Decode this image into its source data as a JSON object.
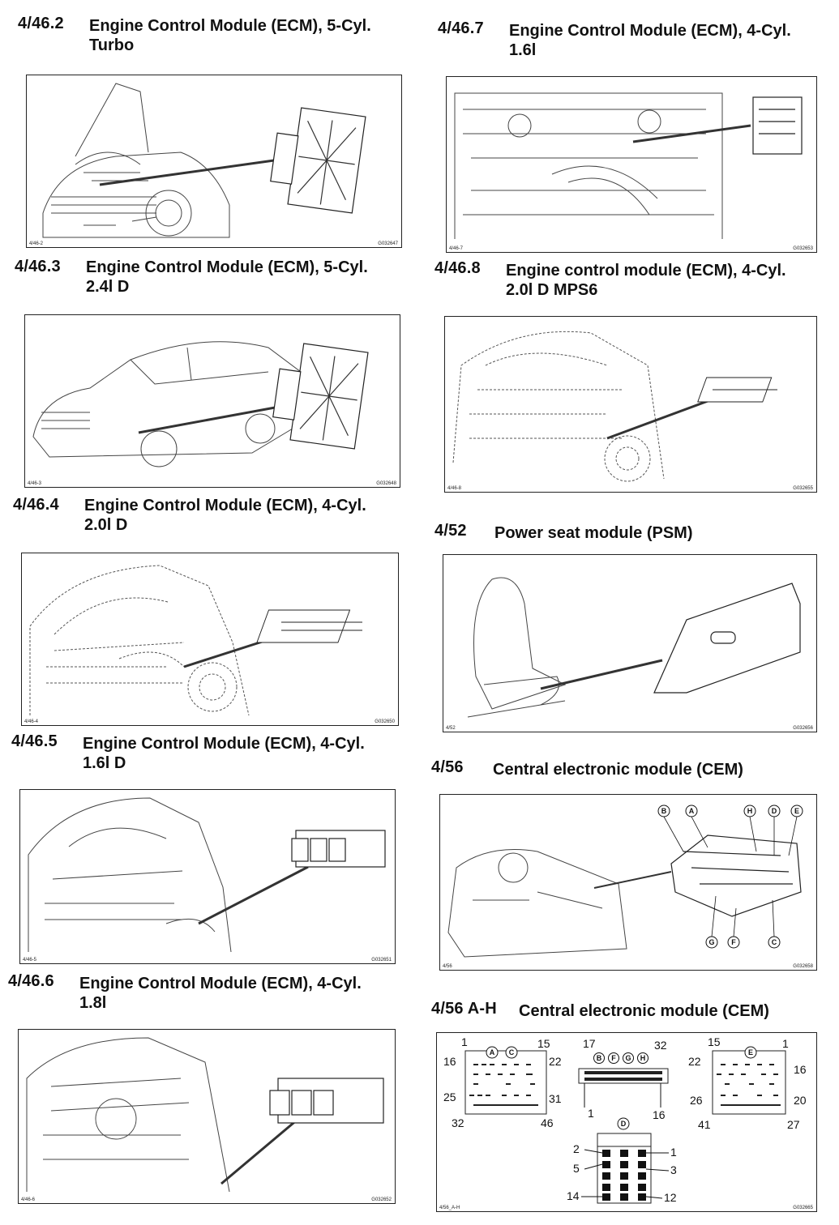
{
  "sections": [
    {
      "code": "4/46.2",
      "title_l1": "Engine Control Module (ECM), 5-Cyl.",
      "title_l2": "Turbo",
      "fig_left": "4/46-2",
      "fig_right": "G032647"
    },
    {
      "code": "4/46.3",
      "title_l1": "Engine Control Module (ECM), 5-Cyl.",
      "title_l2": "2.4l D",
      "fig_left": "4/46-3",
      "fig_right": "G032648"
    },
    {
      "code": "4/46.4",
      "title_l1": "Engine Control Module (ECM), 4-Cyl.",
      "title_l2": "2.0l D",
      "fig_left": "4/46-4",
      "fig_right": "G032650"
    },
    {
      "code": "4/46.5",
      "title_l1": "Engine Control Module (ECM), 4-Cyl.",
      "title_l2": "1.6l D",
      "fig_left": "4/46-5",
      "fig_right": "G032651"
    },
    {
      "code": "4/46.6",
      "title_l1": "Engine Control Module (ECM), 4-Cyl.",
      "title_l2": "1.8l",
      "fig_left": "4/46-6",
      "fig_right": "G032652"
    },
    {
      "code": "4/46.7",
      "title_l1": "Engine Control Module (ECM), 4-Cyl.",
      "title_l2": "1.6l",
      "fig_left": "4/46-7",
      "fig_right": "G032653"
    },
    {
      "code": "4/46.8",
      "title_l1": "Engine control module (ECM), 4-Cyl.",
      "title_l2": "2.0l D MPS6",
      "fig_left": "4/46-8",
      "fig_right": "G032655"
    },
    {
      "code": "4/52",
      "title_l1": "Power seat module (PSM)",
      "title_l2": "",
      "fig_left": "4/52",
      "fig_right": "G032656"
    },
    {
      "code": "4/56",
      "title_l1": "Central electronic module (CEM)",
      "title_l2": "",
      "fig_left": "4/56",
      "fig_right": "G032658"
    },
    {
      "code": "4/56 A-H",
      "title_l1": "Central electronic module (CEM)",
      "title_l2": "",
      "fig_left": "4/56_A-H",
      "fig_right": "G032665"
    }
  ],
  "cem_connector_letters": [
    "B",
    "A",
    "H",
    "D",
    "E",
    "G",
    "F",
    "C"
  ],
  "pinout": {
    "conn_ac": {
      "letters": [
        "A",
        "C"
      ],
      "pins": [
        "1",
        "15",
        "16",
        "22",
        "25",
        "31",
        "32",
        "46"
      ]
    },
    "conn_bfgh": {
      "letters": [
        "B",
        "F",
        "G",
        "H"
      ],
      "pins": [
        "17",
        "32",
        "1",
        "16"
      ]
    },
    "conn_e": {
      "letters": [
        "E"
      ],
      "pins": [
        "15",
        "1",
        "22",
        "16",
        "26",
        "20",
        "41",
        "27"
      ]
    },
    "conn_d": {
      "letters": [
        "D"
      ],
      "pins": [
        "2",
        "1",
        "5",
        "3",
        "14",
        "12"
      ]
    }
  }
}
